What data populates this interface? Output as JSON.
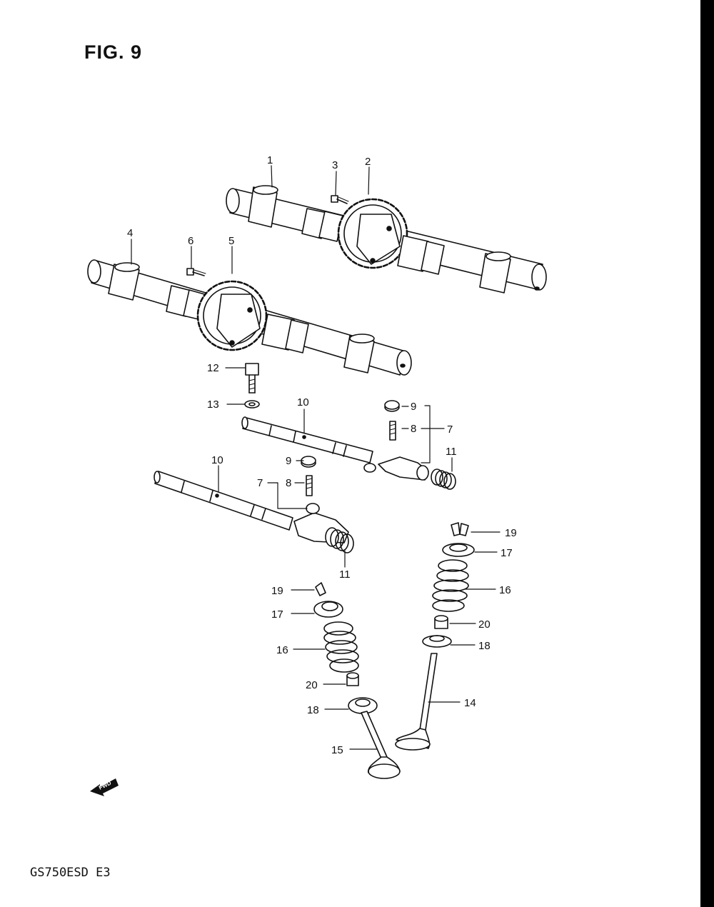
{
  "figure": {
    "title": "FIG. 9",
    "model_code": "GS750ESD  E3"
  },
  "fwd_label": "FWD",
  "callouts": {
    "c1": "1",
    "c2": "2",
    "c3": "3",
    "c4": "4",
    "c5": "5",
    "c6": "6",
    "c7a": "7",
    "c7b": "7",
    "c8a": "8",
    "c8b": "8",
    "c9a": "9",
    "c9b": "9",
    "c10a": "10",
    "c10b": "10",
    "c11a": "11",
    "c11b": "11",
    "c12": "12",
    "c13": "13",
    "c14": "14",
    "c15": "15",
    "c16a": "16",
    "c16b": "16",
    "c17a": "17",
    "c17b": "17",
    "c18a": "18",
    "c18b": "18",
    "c19a": "19",
    "c19b": "19",
    "c20a": "20",
    "c20b": "20"
  }
}
